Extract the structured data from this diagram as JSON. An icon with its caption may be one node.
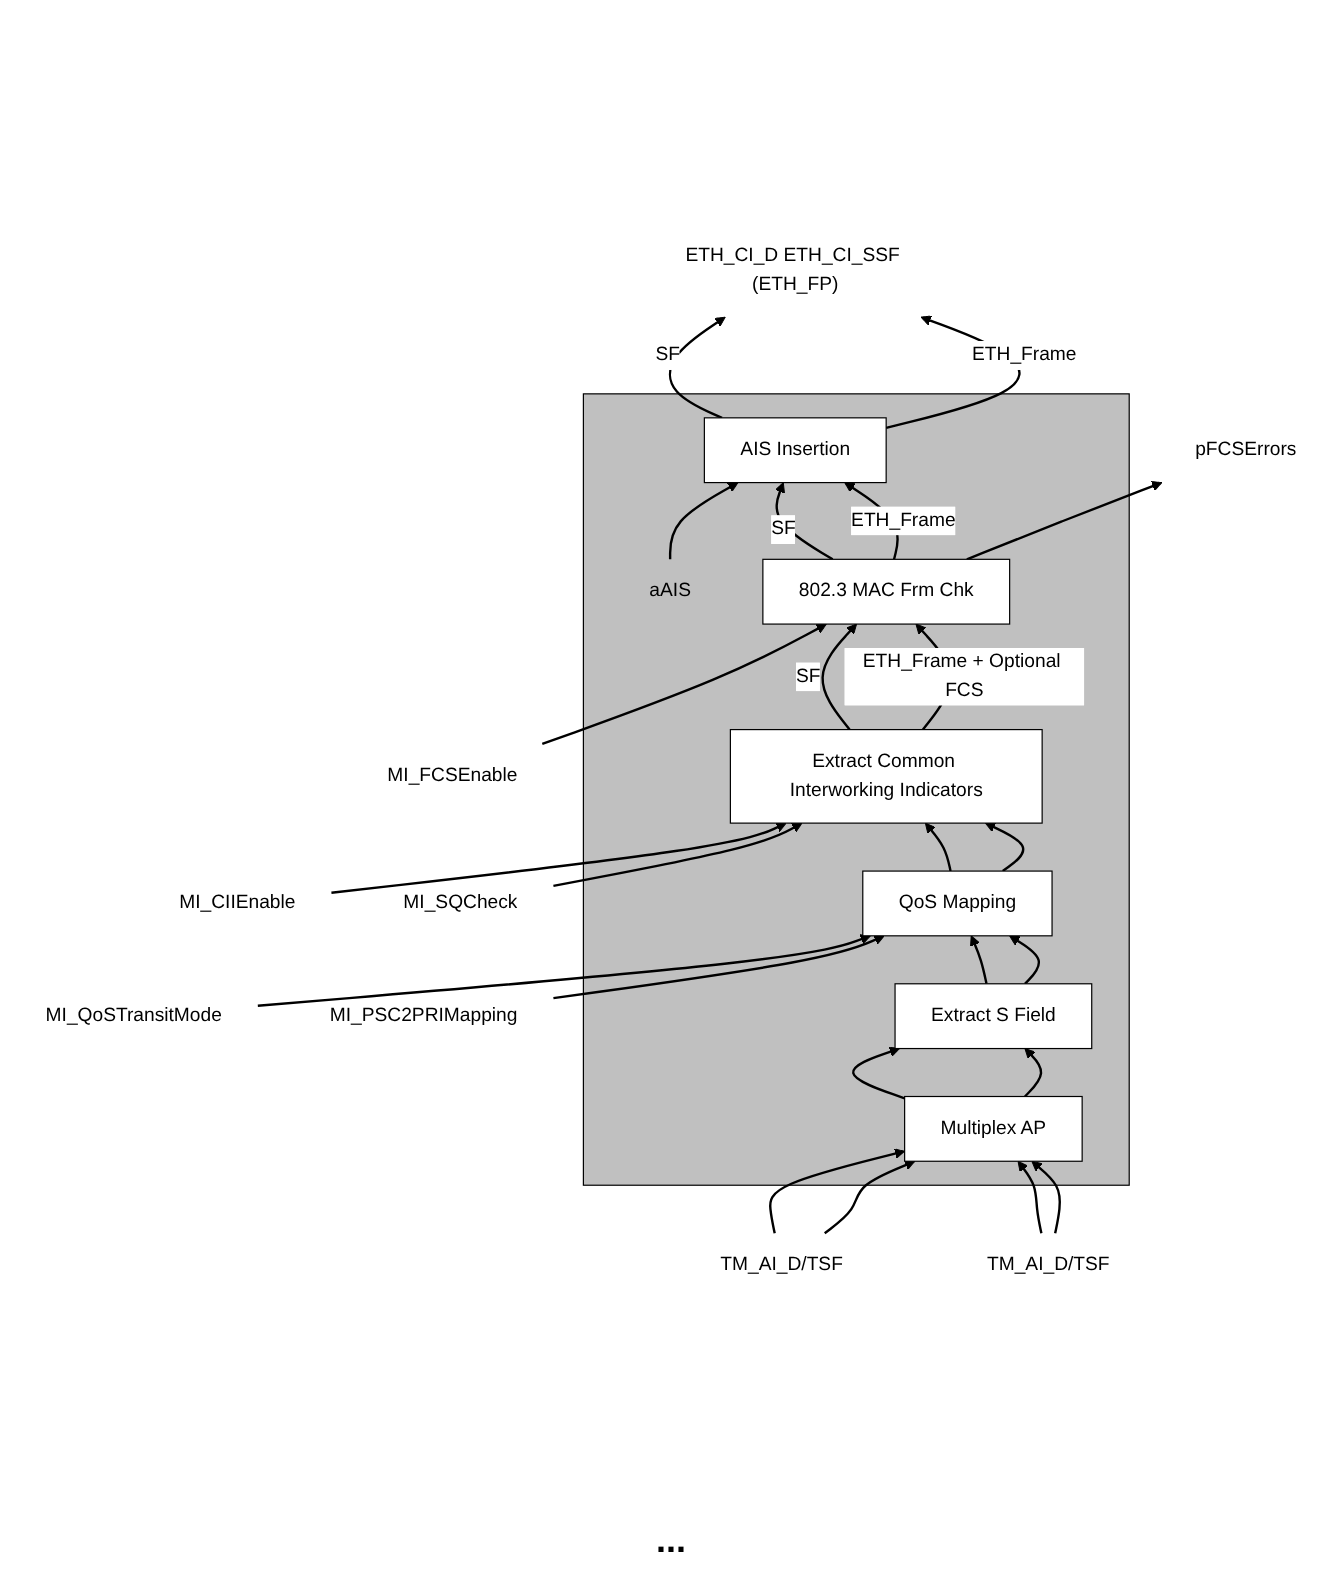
{
  "diagram": {
    "nodes": [
      {
        "text": [
          "ETH_CI_D ETH_CI_SSF (ETH_FP)"
        ]
      },
      {
        "text": [],
        "shape": "box"
      },
      {
        "text": [
          "aAIS"
        ],
        "in": 1
      },
      {
        "text": [
          "AIS Insertion"
        ],
        "in": 1
      },
      {
        "text": [
          "MI_FCSEnable"
        ]
      },
      {
        "text": [
          "802.3 MAC Frm Chk"
        ],
        "in": 1
      },
      {
        "text": [
          "pFCSErrors"
        ]
      },
      {
        "text": [
          "MI_CIIEnable"
        ]
      },
      {
        "text": [
          "Extract Common Interworking Indicators"
        ],
        "in": 1
      },
      {
        "text": [
          "MI_SQCheck"
        ]
      },
      {
        "text": [
          "MI_QoSTransitMode"
        ]
      },
      {
        "text": [
          "QoS Mapping"
        ],
        "in": 1
      },
      {
        "text": [
          "MI_PSC2PRIMapping"
        ]
      },
      {
        "text": [
          "Extract S Field"
        ],
        "in": 1
      },
      {
        "text": [
          "Multiplex AP"
        ],
        "in": 1
      },
      {
        "text": [
          "TM_AI_D/TSF"
        ]
      },
      {
        "text": [
          "TM_AI_D/TSF"
        ]
      }
    ],
    "edges": [
      {
        "from": 3,
        "to": 0,
        "arrow": "to",
        "label": "SF"
      },
      {
        "from": 3,
        "to": 0,
        "arrow": "to",
        "label": "ETH_Frame"
      },
      {
        "from": 2,
        "to": 3,
        "arrow": "to"
      },
      {
        "from": 5,
        "to": 3,
        "arrow": "to",
        "label": "SF"
      },
      {
        "from": 5,
        "to": 3,
        "arrow": "to",
        "label": "ETH_Frame"
      },
      {
        "from": 4,
        "to": 5,
        "arrow": "to"
      },
      {
        "from": 5,
        "to": 6,
        "arrow": "to"
      },
      {
        "from": 8,
        "to": 5,
        "arrow": "to",
        "label": "SF"
      },
      {
        "from": 8,
        "to": 5,
        "arrow": "to",
        "label": "ETH_Frame + Optional FCS"
      },
      {
        "from": 7,
        "to": 8,
        "arrow": "to"
      },
      {
        "from": 9,
        "to": 8,
        "arrow": "to"
      },
      {
        "from": 11,
        "to": 8,
        "arrow": "to"
      },
      {
        "from": 11,
        "to": 8,
        "arrow": "to"
      },
      {
        "from": 10,
        "to": 11,
        "arrow": "to"
      },
      {
        "from": 12,
        "to": 11,
        "arrow": "to"
      },
      {
        "from": 13,
        "to": 11,
        "arrow": "to"
      },
      {
        "from": 13,
        "to": 11,
        "arrow": "to"
      },
      {
        "from": 14,
        "to": 13,
        "arrow": "to"
      },
      {
        "from": 14,
        "to": 13,
        "arrow": "to"
      },
      {
        "from": 15,
        "to": 14,
        "arrow": "to"
      },
      {
        "from": 15,
        "to": 14,
        "arrow": "to"
      },
      {
        "from": 16,
        "to": 14,
        "arrow": "to"
      },
      {
        "from": 16,
        "to": 14,
        "arrow": "to"
      }
    ],
    "labels": [
      "..."
    ]
  }
}
